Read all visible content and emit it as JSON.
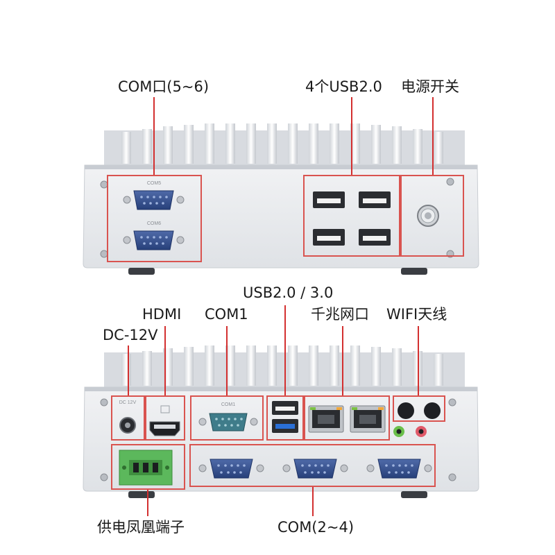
{
  "top_panel": {
    "labels": {
      "com56": "COM口(5~6)",
      "usb_top": "4个USB2.0",
      "power": "电源开关"
    },
    "silk": {
      "com5": "COM5",
      "com6": "COM6"
    }
  },
  "bottom_panel": {
    "labels": {
      "usb_mix": "USB2.0 / 3.0",
      "hdmi": "HDMI",
      "com1": "COM1",
      "lan": "千兆网口",
      "wifi": "WIFI天线",
      "dc": "DC-12V",
      "phoenix": "供电凤凰端子",
      "com24": "COM(2~4)"
    },
    "silk": {
      "com1": "COM1",
      "dc": "DC 12V"
    }
  },
  "colors": {
    "callout_red": "#d9534f",
    "chassis": "#e9ebee",
    "db9_blue": "#34508f",
    "usb3_blue": "#2a6fd6",
    "terminal_green": "#5cb85c",
    "audio_green": "#6abf4b",
    "audio_red": "#e05a6a"
  }
}
